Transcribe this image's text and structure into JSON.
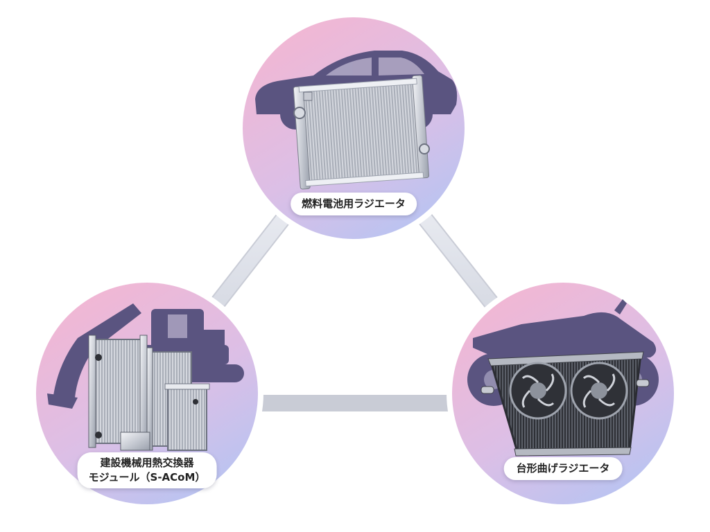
{
  "products": [
    {
      "id": "fuel-cell",
      "label_lines": [
        "燃料電池用ラジエータ"
      ]
    },
    {
      "id": "construction",
      "label_lines": [
        "建設機械用熱交換器",
        "モジュール（S-ACoM）"
      ]
    },
    {
      "id": "motorcycle",
      "label_lines": [
        "台形曲げラジエータ"
      ]
    }
  ],
  "colors": {
    "circle_top": "#f1b9d4",
    "circle_bottom": "#b9c3f1",
    "silhouette": "#5a5480",
    "metal_light": "#e6e8ee",
    "metal_dark": "#6d7280",
    "connector": "#e4e6ef",
    "label_bg": "#ffffff",
    "label_text": "#222222"
  },
  "icons": [
    "car-silhouette-icon",
    "excavator-silhouette-icon",
    "motorcycle-silhouette-icon",
    "radiator-icon",
    "fan-icon"
  ]
}
